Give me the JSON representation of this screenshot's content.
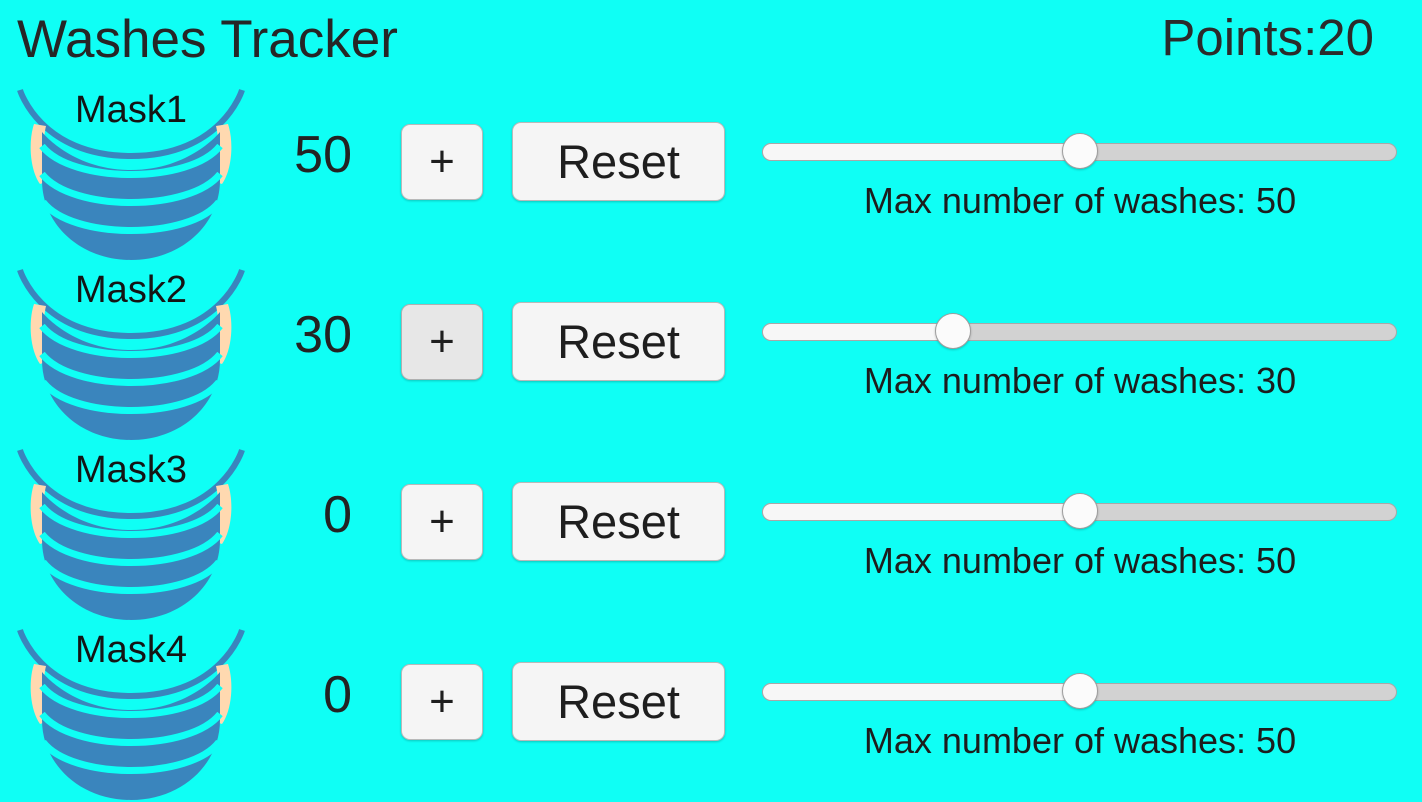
{
  "app": {
    "title": "Washes Tracker",
    "points_label": "Points:20",
    "background_color": "#0ffff5",
    "text_color": "#232323"
  },
  "masks": [
    {
      "name": "Mask1",
      "count": "50",
      "plus_label": "+",
      "reset_label": "Reset",
      "slider": {
        "caption": "Max number of washes: 50",
        "value": 50,
        "min": 0,
        "max": 100,
        "percent": 50,
        "pressed": false
      },
      "plus_pressed": false
    },
    {
      "name": "Mask2",
      "count": "30",
      "plus_label": "+",
      "reset_label": "Reset",
      "slider": {
        "caption": "Max number of washes: 30",
        "value": 30,
        "min": 0,
        "max": 100,
        "percent": 30,
        "pressed": false
      },
      "plus_pressed": true
    },
    {
      "name": "Mask3",
      "count": "0",
      "plus_label": "+",
      "reset_label": "Reset",
      "slider": {
        "caption": "Max number of washes: 50",
        "value": 50,
        "min": 0,
        "max": 100,
        "percent": 50,
        "pressed": false
      },
      "plus_pressed": false
    },
    {
      "name": "Mask4",
      "count": "0",
      "plus_label": "+",
      "reset_label": "Reset",
      "slider": {
        "caption": "Max number of washes: 50",
        "value": 50,
        "min": 0,
        "max": 100,
        "percent": 50,
        "pressed": false
      },
      "plus_pressed": false
    }
  ],
  "icons": {
    "mask_icon": "face-mask-icon",
    "mask_body_color": "#3a85bd",
    "mask_strap_color": "#3a85bd",
    "mask_earloop_color": "#ffd9b0"
  }
}
